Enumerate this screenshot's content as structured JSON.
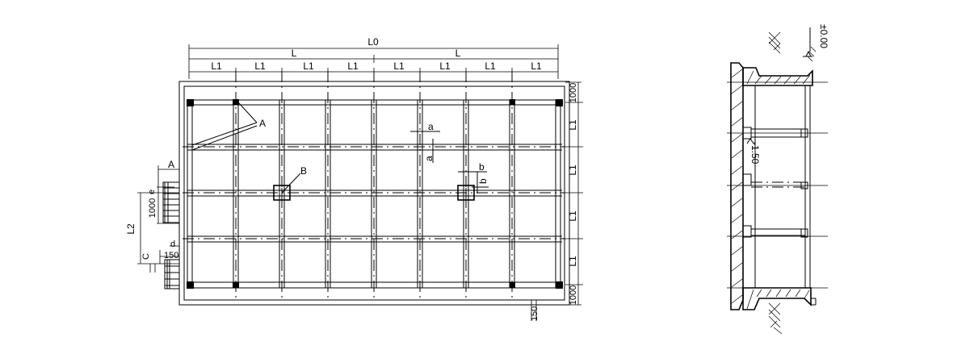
{
  "plan": {
    "dimensions": {
      "overall": "L0",
      "half_left": "L",
      "half_right": "L",
      "bay": "L1",
      "end_bay": "1000",
      "left_l2": "L2",
      "left_1000": "1000",
      "left_150": "150",
      "bottom_150": "150"
    },
    "labels": {
      "A_top": "A",
      "A_left": "A",
      "B": "B",
      "a_upper": "a",
      "a_lower": "a",
      "b_upper": "b",
      "b_lower": "b",
      "C": "C",
      "d": "d",
      "e": "e"
    }
  },
  "section": {
    "elev_top": "±0.00",
    "elev_mid": "-1.50"
  }
}
